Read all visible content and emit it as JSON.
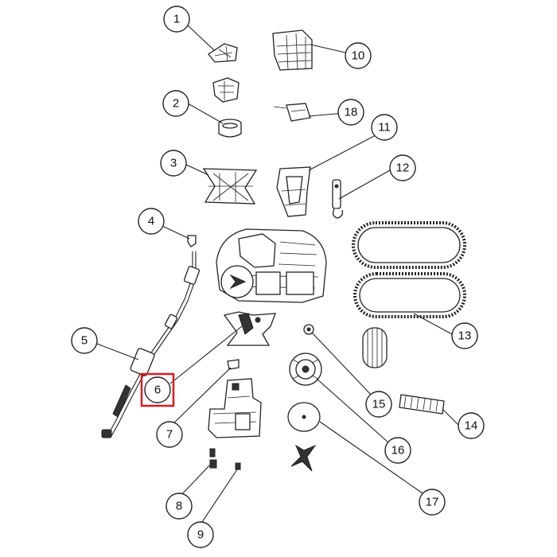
{
  "diagram": {
    "highlight_color": "#e0191f",
    "callouts": [
      {
        "id": "1",
        "label": "1"
      },
      {
        "id": "2",
        "label": "2"
      },
      {
        "id": "3",
        "label": "3"
      },
      {
        "id": "4",
        "label": "4"
      },
      {
        "id": "5",
        "label": "5"
      },
      {
        "id": "6",
        "label": "6"
      },
      {
        "id": "7",
        "label": "7"
      },
      {
        "id": "8",
        "label": "8"
      },
      {
        "id": "9",
        "label": "9"
      },
      {
        "id": "10",
        "label": "10"
      },
      {
        "id": "11",
        "label": "11"
      },
      {
        "id": "12",
        "label": "12"
      },
      {
        "id": "13",
        "label": "13"
      },
      {
        "id": "14",
        "label": "14"
      },
      {
        "id": "15",
        "label": "15"
      },
      {
        "id": "16",
        "label": "16"
      },
      {
        "id": "17",
        "label": "17"
      },
      {
        "id": "18",
        "label": "18"
      }
    ],
    "highlighted": "6"
  }
}
